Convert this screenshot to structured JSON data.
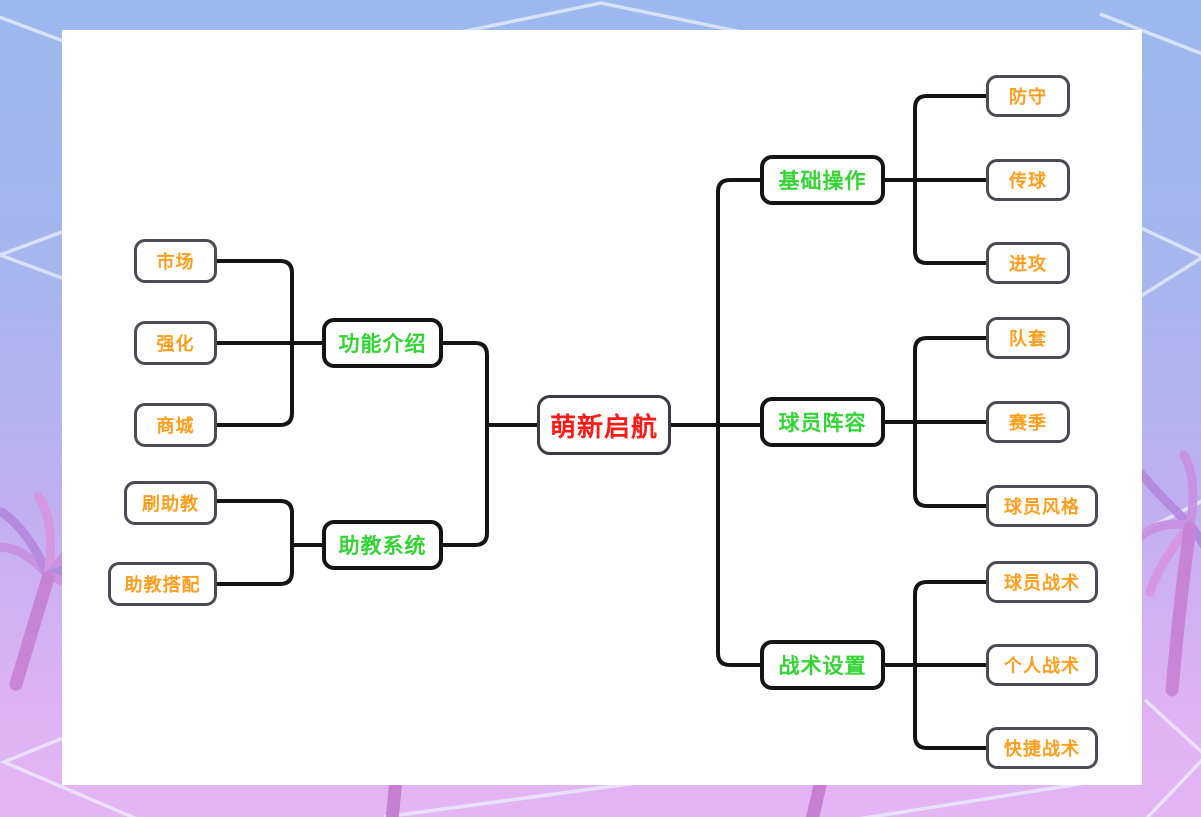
{
  "colors": {
    "line": "#141414",
    "root_text": "#fb1a16",
    "root_border": "#3c3c46",
    "branch_text": "#33d433",
    "branch_border": "#141414",
    "leaf_text": "#ff9d1c",
    "leaf_border": "#4b4b55",
    "canvas": "#ffffff",
    "bg_top": "#9cb8ee",
    "bg_bottom": "#e4b5f3",
    "palm_pink": "#d795e0",
    "palm_purple": "#a98ade"
  },
  "mindmap": {
    "root": {
      "label": "萌新启航"
    },
    "branches": [
      {
        "label": "功能介绍",
        "side": "left",
        "children": [
          "市场",
          "强化",
          "商城"
        ]
      },
      {
        "label": "助教系统",
        "side": "left",
        "children": [
          "刷助教",
          "助教搭配"
        ]
      },
      {
        "label": "基础操作",
        "side": "right",
        "children": [
          "防守",
          "传球",
          "进攻"
        ]
      },
      {
        "label": "球员阵容",
        "side": "right",
        "children": [
          "队套",
          "赛季",
          "球员风格"
        ]
      },
      {
        "label": "战术设置",
        "side": "right",
        "children": [
          "球员战术",
          "个人战术",
          "快捷战术"
        ]
      }
    ]
  }
}
